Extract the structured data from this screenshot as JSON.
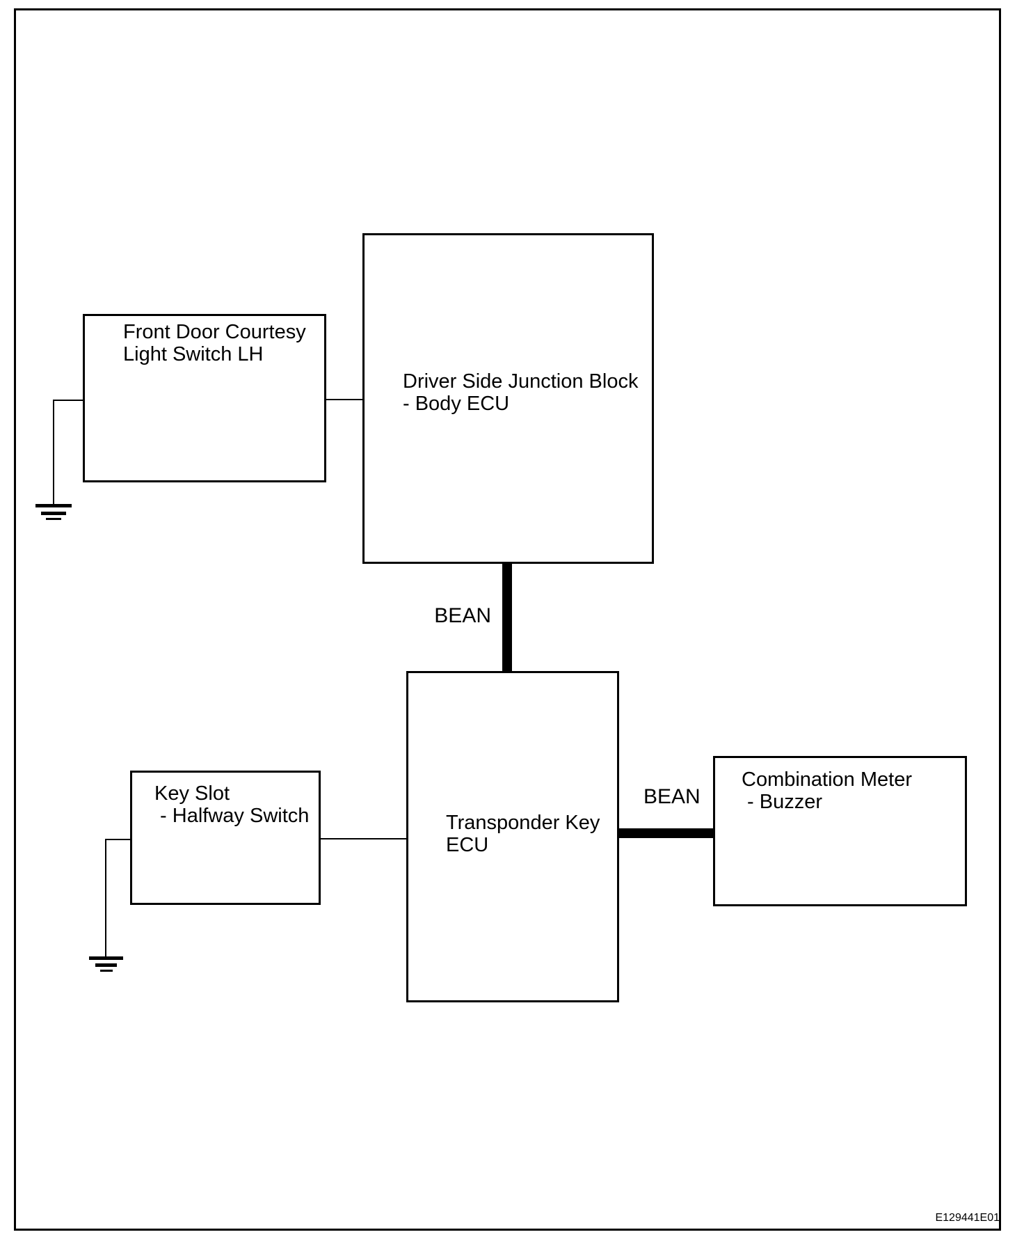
{
  "diagram": {
    "figure_id": "E129441E01",
    "colors": {
      "line": "#000000",
      "background": "#ffffff"
    },
    "blocks": [
      {
        "name": "front-door-courtesy-light-switch-lh",
        "label": "Front Door Courtesy\nLight Switch LH"
      },
      {
        "name": "driver-side-junction-block-body-ecu",
        "label": "Driver Side Junction Block\n- Body ECU"
      },
      {
        "name": "transponder-key-ecu",
        "label": "Transponder Key\nECU"
      },
      {
        "name": "key-slot-halfway-switch",
        "label": "Key Slot\n - Halfway Switch"
      },
      {
        "name": "combination-meter-buzzer",
        "label": "Combination Meter\n - Buzzer"
      }
    ],
    "buses": [
      {
        "label": "BEAN",
        "from": "driver-side-junction-block-body-ecu",
        "to": "transponder-key-ecu"
      },
      {
        "label": "BEAN",
        "from": "transponder-key-ecu",
        "to": "combination-meter-buzzer"
      }
    ],
    "grounds": [
      {
        "name": "ground-front-door-courtesy-light-switch"
      },
      {
        "name": "ground-key-slot"
      }
    ]
  }
}
